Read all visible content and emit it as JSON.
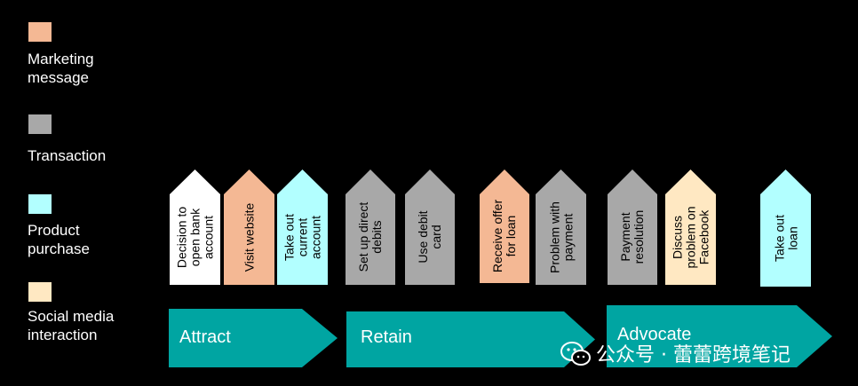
{
  "legend": [
    {
      "label": "Marketing\nmessage",
      "color": "#f4b894"
    },
    {
      "label": "Transaction",
      "color": "#a8a8a8"
    },
    {
      "label": "Product\npurchase",
      "color": "#b2ffff"
    },
    {
      "label": "Social media\ninteraction",
      "color": "#ffe8c2"
    }
  ],
  "tags": [
    {
      "label": "Decision to\nopen bank\naccount",
      "color": "#ffffff"
    },
    {
      "label": "Visit website",
      "color": "#f4b894"
    },
    {
      "label": "Take out\ncurrent\naccount",
      "color": "#b2ffff"
    },
    {
      "label": "Set up direct\ndebits",
      "color": "#a8a8a8"
    },
    {
      "label": "Use debit\ncard",
      "color": "#a8a8a8"
    },
    {
      "label": "Receive offer\nfor loan",
      "color": "#f4b894"
    },
    {
      "label": "Problem with\npayment",
      "color": "#a8a8a8"
    },
    {
      "label": "Payment\nresolution",
      "color": "#a8a8a8"
    },
    {
      "label": "Discuss\nproblem on\nFacebook",
      "color": "#ffe8c2"
    },
    {
      "label": "Take out\nloan",
      "color": "#b2ffff"
    }
  ],
  "stages": [
    {
      "label": "Attract"
    },
    {
      "label": "Retain"
    },
    {
      "label": "Advocate"
    }
  ],
  "stage_color": "#00a5a2",
  "watermark": {
    "text": "公众号 · 蕾蕾跨境笔记"
  }
}
